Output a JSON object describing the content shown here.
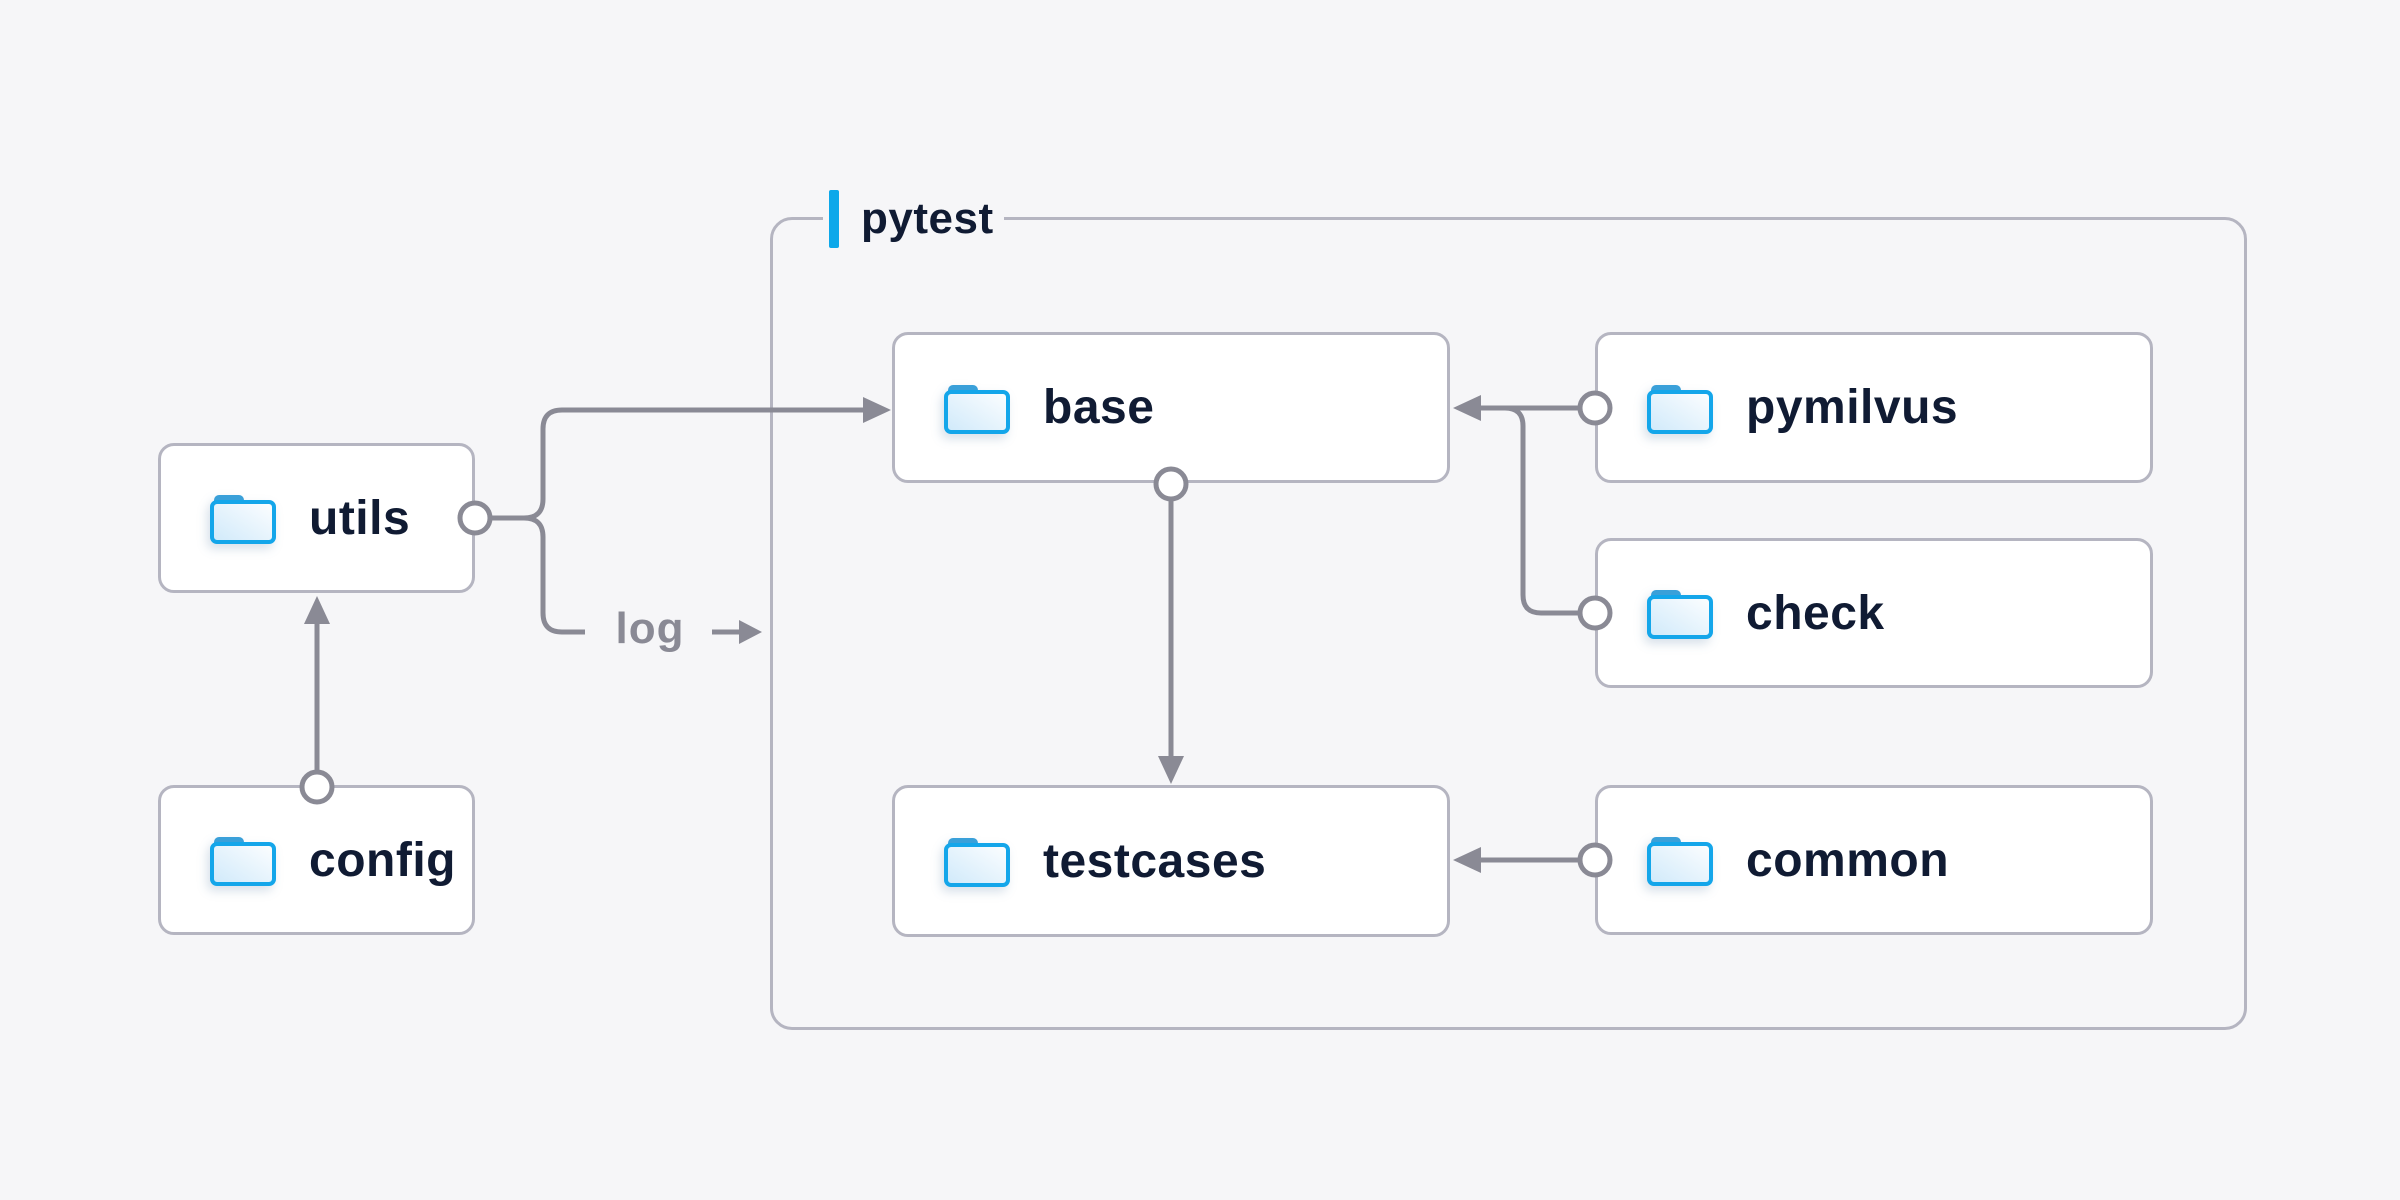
{
  "diagram": {
    "container": {
      "label": "pytest"
    },
    "edge_label": "log",
    "nodes": [
      {
        "id": "utils",
        "label": "utils"
      },
      {
        "id": "config",
        "label": "config"
      },
      {
        "id": "base",
        "label": "base"
      },
      {
        "id": "pymilvus",
        "label": "pymilvus"
      },
      {
        "id": "check",
        "label": "check"
      },
      {
        "id": "testcases",
        "label": "testcases"
      },
      {
        "id": "common",
        "label": "common"
      }
    ],
    "edges": [
      {
        "from": "config",
        "to": "utils"
      },
      {
        "from": "utils",
        "to": "base"
      },
      {
        "from": "utils",
        "to": "pytest",
        "label": "log"
      },
      {
        "from": "pymilvus",
        "to": "base"
      },
      {
        "from": "check",
        "to": "base"
      },
      {
        "from": "base",
        "to": "testcases"
      },
      {
        "from": "common",
        "to": "testcases"
      }
    ],
    "icons": {
      "node_icon": "folder-icon"
    },
    "colors": {
      "background": "#f6f6f8",
      "node_fill": "#ffffff",
      "node_border": "#b5b5c1",
      "connector": "#8a8a95",
      "text": "#101b33",
      "edge_label_text": "#8a8a95",
      "accent_blue": "#0da8ea",
      "folder_blue": "#14a6ea"
    }
  }
}
